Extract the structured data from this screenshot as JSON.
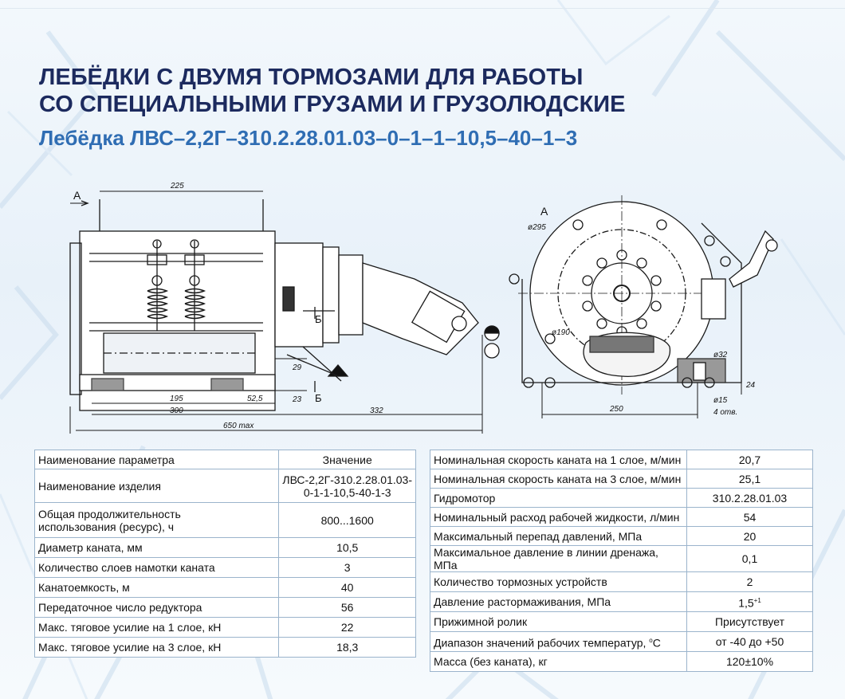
{
  "title": {
    "line1": "ЛЕБЁДКИ С ДВУМЯ ТОРМОЗАМИ ДЛЯ РАБОТЫ",
    "line2": "СО СПЕЦИАЛЬНЫМИ ГРУЗАМИ И ГРУЗОЛЮДСКИЕ"
  },
  "subtitle": "Лебёдка ЛВС–2,2Г–310.2.28.01.03–0–1–1–10,5–40–1–3",
  "drawing": {
    "front": {
      "view_a": "А",
      "section_b_top": "Б",
      "section_b_bottom": "Б",
      "dim_225": "225",
      "dim_29": "29",
      "dim_23": "23",
      "dim_195": "195",
      "dim_52_5": "52,5",
      "dim_300": "300",
      "dim_332": "332",
      "dim_650": "650 max"
    },
    "side": {
      "view_a": "А",
      "dim_d295": "ø295",
      "dim_d190": "ø190",
      "dim_d32": "ø32",
      "dim_24": "24",
      "dim_d15": "ø15",
      "dim_4holes": "4 отв.",
      "dim_250": "250"
    }
  },
  "table_left": {
    "header": {
      "name": "Наименование параметра",
      "value": "Значение"
    },
    "rows": [
      {
        "name": "Наименование изделия",
        "value_line1": "ЛВС-2,2Г-310.2.28.01.03-",
        "value_line2": "0-1-1-10,5-40-1-3"
      },
      {
        "name_line1": "Общая продолжительность",
        "name_line2": "использования (ресурс), ч",
        "value": "800...1600"
      },
      {
        "name": "Диаметр каната, мм",
        "value": "10,5"
      },
      {
        "name": "Количество слоев намотки каната",
        "value": "3"
      },
      {
        "name": "Канатоемкость, м",
        "value": "40"
      },
      {
        "name": "Передаточное число редуктора",
        "value": "56"
      },
      {
        "name": "Макс. тяговое усилие на 1 слое, кН",
        "value": "22"
      },
      {
        "name": "Макс. тяговое усилие на 3 слое, кН",
        "value": "18,3"
      }
    ]
  },
  "table_right": {
    "rows": [
      {
        "name": "Номинальная скорость каната на 1 слое, м/мин",
        "value": "20,7"
      },
      {
        "name": "Номинальная скорость каната на 3 слое, м/мин",
        "value": "25,1"
      },
      {
        "name": "Гидромотор",
        "value": "310.2.28.01.03"
      },
      {
        "name": "Номинальный расход рабочей жидкости, л/мин",
        "value": "54"
      },
      {
        "name": "Максимальный перепад давлений, МПа",
        "value": "20"
      },
      {
        "name": "Максимальное давление в линии дренажа, МПа",
        "value": "0,1"
      },
      {
        "name": "Количество тормозных устройств",
        "value": "2"
      },
      {
        "name": "Давление растормаживания, МПа",
        "value": "1,5",
        "value_sup": "+1"
      },
      {
        "name": "Прижимной ролик",
        "value": "Присутствует"
      },
      {
        "name": "Диапазон значений рабочих температур, ",
        "name_sup": "o",
        "name_end": "C",
        "value": "от -40 до +50"
      },
      {
        "name": "Масса (без каната), кг",
        "value": "120±10%"
      }
    ]
  }
}
